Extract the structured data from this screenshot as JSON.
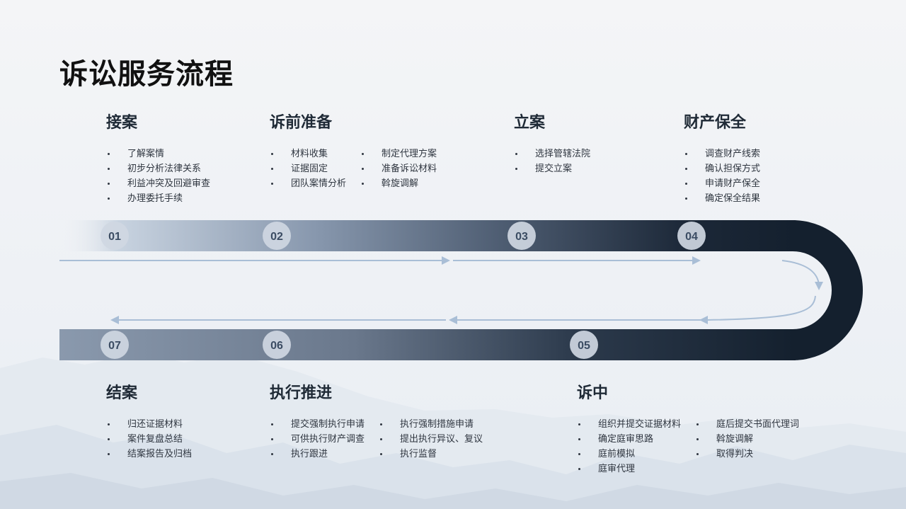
{
  "title": "诉讼服务流程",
  "stages": [
    {
      "num": "01",
      "title": "接案",
      "columns": [
        [
          "了解案情",
          "初步分析法律关系",
          "利益冲突及回避审查",
          "办理委托手续"
        ]
      ]
    },
    {
      "num": "02",
      "title": "诉前准备",
      "columns": [
        [
          "材料收集",
          "证据固定",
          "团队案情分析"
        ],
        [
          "制定代理方案",
          "准备诉讼材料",
          "斡旋调解"
        ]
      ]
    },
    {
      "num": "03",
      "title": "立案",
      "columns": [
        [
          "选择管辖法院",
          "提交立案"
        ]
      ]
    },
    {
      "num": "04",
      "title": "财产保全",
      "columns": [
        [
          "调查财产线索",
          "确认担保方式",
          "申请财产保全",
          "确定保全结果"
        ]
      ]
    },
    {
      "num": "05",
      "title": "诉中",
      "columns": [
        [
          "组织并提交证据材料",
          "确定庭审思路",
          "庭前模拟",
          "庭审代理"
        ],
        [
          "庭后提交书面代理词",
          "斡旋调解",
          "取得判决"
        ]
      ]
    },
    {
      "num": "06",
      "title": "执行推进",
      "columns": [
        [
          "提交强制执行申请",
          "可供执行财产调查",
          "执行跟进"
        ],
        [
          "执行强制措施申请",
          "提出执行异议、复议",
          "执行监督"
        ]
      ]
    },
    {
      "num": "07",
      "title": "结案",
      "columns": [
        [
          "归还证据材料",
          "案件复盘总结",
          "结案报告及归档"
        ]
      ]
    }
  ],
  "colors": {
    "track_dark": "#14202e",
    "track_light": "#8ea0b8",
    "badge": "#cfd7e2",
    "badge_text": "#3b4c63",
    "arrow": "#a9bed6"
  }
}
